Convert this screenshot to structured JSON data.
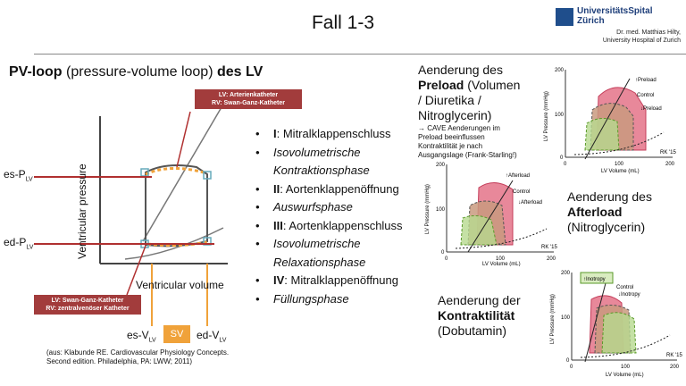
{
  "slide": {
    "title": "Fall 1-3",
    "logo": {
      "name_line1": "UniversitätsSpital",
      "name_line2": "Zürich",
      "sub_line1": "Dr. med. Matthias Hilty,",
      "sub_line2": "University Hospital of Zurich",
      "color": "#1f4e8c"
    }
  },
  "left": {
    "title_bold1": "PV-loop",
    "title_normal": " (pressure-volume loop) ",
    "title_bold2": "des LV",
    "box_top": {
      "line1": "LV: Arterienkatheter",
      "line2": "RV: Swan-Ganz-Katheter"
    },
    "box_bottom": {
      "line1": "LV: Swan-Ganz-Katheter",
      "line2": "RV: zentralvenöser Katheter"
    },
    "label_es_p": "es-P",
    "label_es_p_sub": "LV",
    "label_ed_p": "ed-P",
    "label_ed_p_sub": "LV",
    "label_es_v": "es-V",
    "label_es_v_sub": "LV",
    "label_ed_v": "ed-V",
    "label_ed_v_sub": "LV",
    "sv": "SV",
    "y_axis": "Ventricular pressure",
    "x_axis": "Ventricular volume",
    "reference": [
      "(aus: Klabunde RE. Cardiovascular Physiology Concepts.",
      "Second edition. Philadelphia, PA: LWW; 2011)"
    ],
    "colors": {
      "red_box": "#a23c3c",
      "orange": "#f0a23a",
      "red_line": "#b03030"
    }
  },
  "phases": [
    {
      "roman": "I",
      "text": ": Mitralklappenschluss",
      "italic": false
    },
    {
      "roman": "",
      "text": "Isovolumetrische",
      "italic": true
    },
    {
      "roman": "",
      "text": "Kontraktionsphase",
      "italic": true,
      "cont": true
    },
    {
      "roman": "II",
      "text": ": Aortenklappenöffnung",
      "italic": false
    },
    {
      "roman": "",
      "text": "Auswurfsphase",
      "italic": true
    },
    {
      "roman": "III",
      "text": ": Aortenklappenschluss",
      "italic": false
    },
    {
      "roman": "",
      "text": "Isovolumetrische",
      "italic": true
    },
    {
      "roman": "",
      "text": "Relaxationsphase",
      "italic": true,
      "cont": true
    },
    {
      "roman": "IV",
      "text": ": Mitralklappenöffnung",
      "italic": false
    },
    {
      "roman": "",
      "text": "Füllungsphase",
      "italic": true
    }
  ],
  "preload": {
    "line1": "Aenderung des",
    "line2_bold": "Preload",
    "line2_rest": " (Volumen",
    "line3": "/ Diuretika /",
    "line4": "Nitroglycerin)",
    "note": [
      "→ CAVE Aenderungen im",
      "Preload beeinflussen",
      "Kontraktilität je nach",
      "Ausgangslage (Frank-Starling!)"
    ]
  },
  "afterload": {
    "line1": "Aenderung des",
    "line2_bold": "Afterload",
    "line3": "(Nitroglycerin)"
  },
  "contract": {
    "line1": "Aenderung der",
    "line2_bold": "Kontraktilität",
    "line3": "(Dobutamin)"
  },
  "mini_charts": {
    "ylabel": "LV Pressure (mmHg)",
    "xlabel": "LV Volume (mL)",
    "y_ticks": [
      "0",
      "100",
      "200"
    ],
    "x_ticks": [
      "0",
      "100",
      "200"
    ],
    "credit": "RK '15",
    "preload_labels": [
      "↑Preload",
      "Control",
      "↓Preload"
    ],
    "afterload_labels": [
      "↑Afterload",
      "Control",
      "↓Afterload"
    ],
    "inotropy_labels": [
      "↑Inotropy",
      "Control",
      "↓Inotropy"
    ]
  }
}
